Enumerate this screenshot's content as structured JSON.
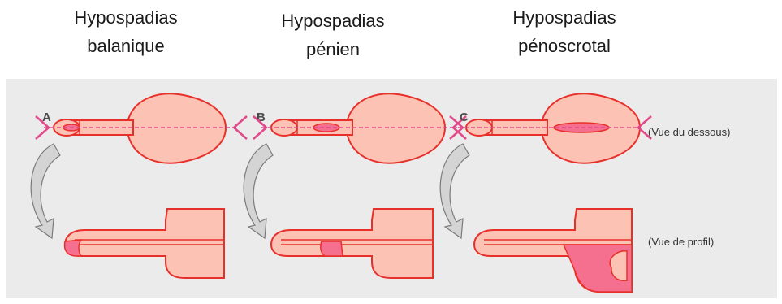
{
  "captions": [
    {
      "line1": "Hypospadias",
      "line2": "balanique"
    },
    {
      "line1": "Hypospadias",
      "line2": "pénien"
    },
    {
      "line1": "Hypospadias",
      "line2": "pénoscrotal"
    }
  ],
  "panel_letters": [
    "A",
    "B",
    "C"
  ],
  "view_labels": {
    "bottom_view": "(Vue du dessous)",
    "side_view": "(Vue de profil)"
  },
  "colors": {
    "panel_background": "#ebebeb",
    "tissue_fill": "#fcc2b4",
    "outline": "#e8302b",
    "meatus_fill": "#f56f8f",
    "midline_dash": "#e0488a",
    "arrow_fill": "#d4d4d4",
    "arrow_stroke": "#7a7a7a"
  }
}
